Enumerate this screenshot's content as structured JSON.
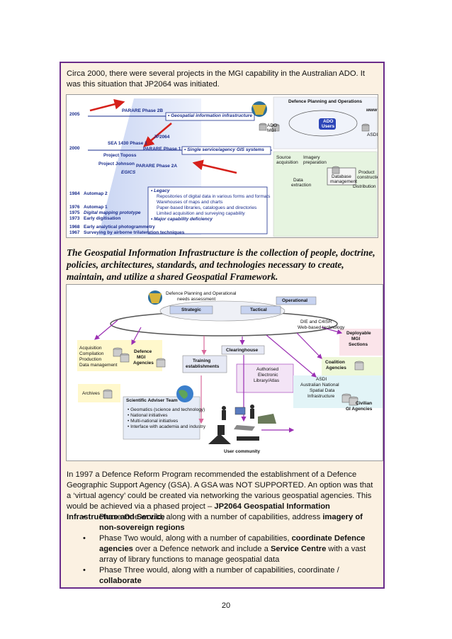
{
  "intro": "Circa 2000, there were several projects in the MGI capability in the Australian ADO. It was this situation that JP2064 was initiated.",
  "figure1": {
    "years": [
      "2005",
      "2000",
      "1984",
      "1976",
      "1975",
      "1973",
      "1968",
      "1967"
    ],
    "projects": {
      "parare2b": "PARARE Phase 2B",
      "jp2064": "JP2064",
      "sea1430": "SEA 1430 Phase 1",
      "toposs": "Project Toposs",
      "parare1": "PARARE Phase 1",
      "johnson": "Project Johnson",
      "parare2a": "PARARE Phase 2A",
      "egics": "EGICS",
      "automap2": "Automap 2",
      "automap1": "Automap 1",
      "dmp": "Digital mapping prototype",
      "early_dig": "Early digitisation",
      "photogram": "Early analytical photogrammetry",
      "airborne": "Surveying by airborne trilateration techniques"
    },
    "geo_infra": "• Geospatial information infrastructure",
    "single_gis": "• Single service/agency GIS systems",
    "legacy": [
      "• Legacy",
      "Repositories of digital data in various forms and formats",
      "Warehouses of maps and charts",
      "Paper-based libraries, catalogues and directories",
      "Limited acquisition and surveying capability",
      "• Major capability deficiency"
    ],
    "dpo": "Defence Planning and Operations",
    "www": "www",
    "ado_mgi": [
      "ADO",
      "MGI"
    ],
    "ado_users": [
      "ADO",
      "Users"
    ],
    "asdi": "ASDI",
    "source_acq": [
      "Source",
      "acquisition"
    ],
    "imagery_prep": [
      "Imagery",
      "preparation"
    ],
    "db_mgmt": [
      "Database",
      "management"
    ],
    "product_con": [
      "Product",
      "construction"
    ],
    "data_ext": [
      "Data",
      "extraction"
    ],
    "distribution": "Distribution"
  },
  "caption": "The Geospatial Information Infrastructure is the collection of people, doctrine, policies, architectures, standards, and technologies necessary to create, maintain, and utilize a shared Geospatial Framework.",
  "figure2": {
    "dpo": [
      "Defence Planning and Operational",
      "needs assessment"
    ],
    "operational": "Operational",
    "strategic": "Strategic",
    "tactical": "Tactical",
    "die": [
      "DIE and C4ISR",
      "Web-based technology"
    ],
    "deployable": [
      "Deployable",
      "MGI",
      "Sections"
    ],
    "acq": [
      "Acquisition",
      "Compilation",
      "Production",
      "Data management"
    ],
    "defence_mgi": [
      "Defence",
      "MGI",
      "Agencies"
    ],
    "clearinghouse": "Clearinghouse",
    "training": [
      "Training",
      "establishments"
    ],
    "coalition": [
      "Coalition",
      "Agencies"
    ],
    "authorised": [
      "Authorised",
      "Electronic",
      "Library/Atlas"
    ],
    "asdi": [
      "ASDI",
      "Australian National",
      "Spatial Data",
      "Infrastructure"
    ],
    "civilian": [
      "Civilian",
      "GI Agencies"
    ],
    "archives": "Archives",
    "sci_team": "Scientific Adviser Team",
    "sci_items": [
      "• Geomatics (science and technology)",
      "• National initiatives",
      "• Multi-national initiatives",
      "• Interface with academia and industry"
    ],
    "user_community": "User community"
  },
  "para2": {
    "pre": "In 1997 a Defence Reform Program recommended the establishment of a Defence Geographic Support Agency (GSA).  A GSA was NOT SUPPORTED.  An option was that a ‘virtual agency’ could be created via networking the various geospatial agencies. This would be achieved via a phased project – ",
    "bold": "JP2064 Geospatial Information Infrastructure and Service"
  },
  "bullets": [
    {
      "dot": "•",
      "t1": "Phase One would, along with a number of capabilities, address ",
      "b1": "imagery of non-sovereign regions",
      "t2": "",
      "b2": "",
      "t3": ""
    },
    {
      "dot": "•",
      "t1": "Phase Two would, along with a number of capabilities, ",
      "b1": "coordinate Defence agencies",
      "t2": " over a Defence network and include a ",
      "b2": "Service Centre",
      "t3": " with a vast array of library functions to manage geospatial data"
    },
    {
      "dot": "•",
      "t1": "Phase Three would, along with a number of capabilities, coordinate / ",
      "b1": "collaborate",
      "t2": "",
      "b2": "",
      "t3": ""
    }
  ],
  "page_number": "20",
  "colors": {
    "frame": "#6a2c8a",
    "panel": "#fbf1e2",
    "navy": "#1a2d8c",
    "arrow_red": "#d6201a",
    "purple": "#9b2fb3"
  }
}
